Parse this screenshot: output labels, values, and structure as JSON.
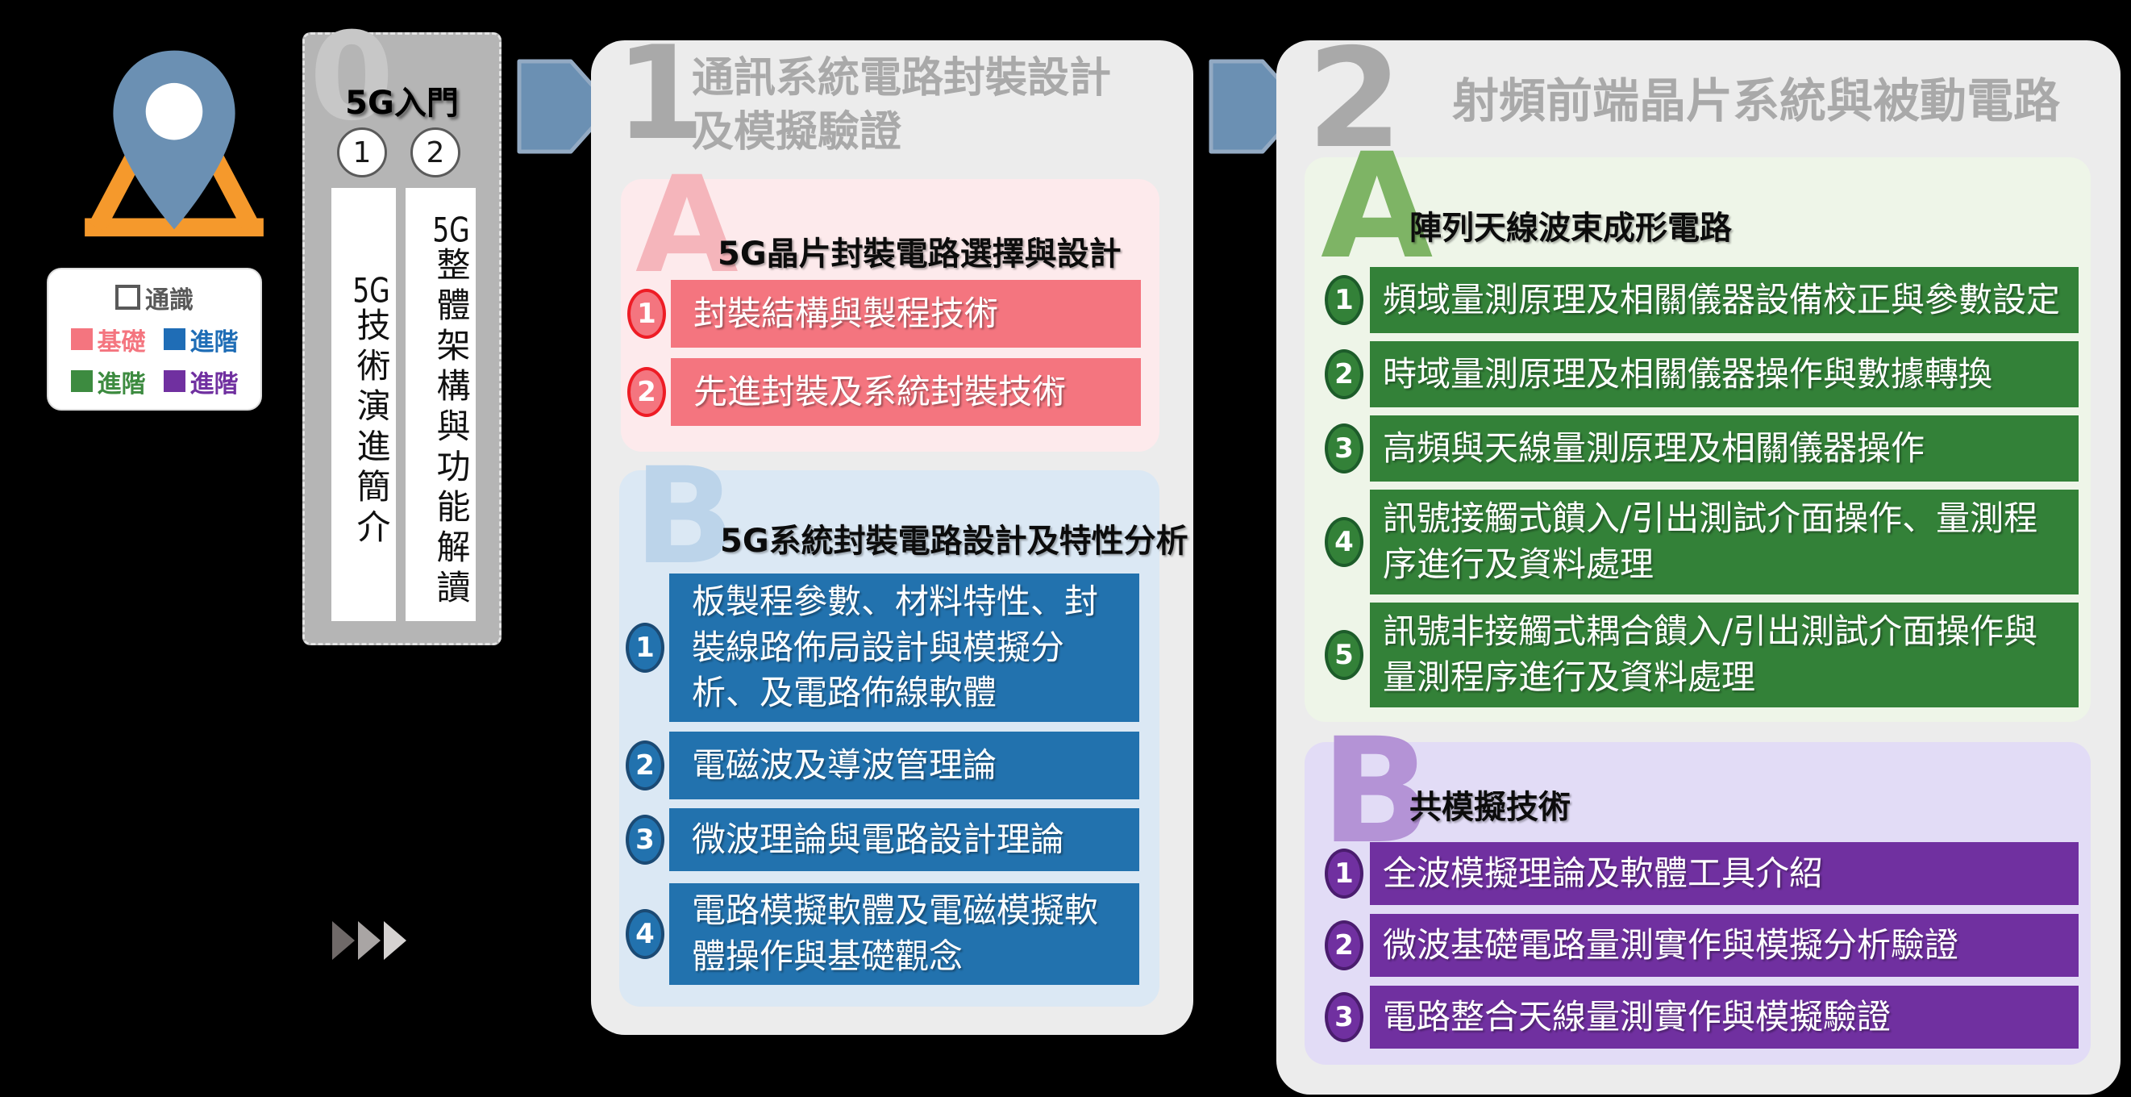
{
  "legend": {
    "general_label": "通識",
    "items": [
      {
        "label": "基礎",
        "color": "#f4757f"
      },
      {
        "label": "進階",
        "color": "#1f6db6"
      },
      {
        "label": "進階",
        "color": "#3d8b40"
      },
      {
        "label": "進階",
        "color": "#7030a0"
      }
    ]
  },
  "icons": {
    "pin": "location-pin",
    "arrow1": "right-arrow",
    "arrow2": "right-arrow",
    "triple": "triple-play-arrows"
  },
  "intro": {
    "number": "0",
    "title": "5G入門",
    "courses": [
      {
        "num": "1",
        "prefix": "5G",
        "title": "技術演進簡介"
      },
      {
        "num": "2",
        "prefix": "5G",
        "title": "整體架構與功能解讀"
      }
    ]
  },
  "module1": {
    "number": "1",
    "title": "通訊系統電路封裝設計及模擬驗證",
    "sections": [
      {
        "letter": "A",
        "title": "5G晶片封裝電路選擇與設計",
        "items": [
          {
            "num": "1",
            "text": "封裝結構與製程技術"
          },
          {
            "num": "2",
            "text": "先進封裝及系統封裝技術"
          }
        ]
      },
      {
        "letter": "B",
        "title": "5G系統封裝電路設計及特性分析",
        "items": [
          {
            "num": "1",
            "text": "板製程參數、材料特性、封裝線路佈局設計與模擬分析、及電路佈線軟體"
          },
          {
            "num": "2",
            "text": "電磁波及導波管理論"
          },
          {
            "num": "3",
            "text": "微波理論與電路設計理論"
          },
          {
            "num": "4",
            "text": "電路模擬軟體及電磁模擬軟體操作與基礎觀念"
          }
        ]
      }
    ]
  },
  "module2": {
    "number": "2",
    "title": "射頻前端晶片系統與被動電路",
    "sections": [
      {
        "letter": "A",
        "title": "陣列天線波束成形電路",
        "items": [
          {
            "num": "1",
            "text": "頻域量測原理及相關儀器設備校正與參數設定"
          },
          {
            "num": "2",
            "text": "時域量測原理及相關儀器操作與數據轉換"
          },
          {
            "num": "3",
            "text": "高頻與天線量測原理及相關儀器操作"
          },
          {
            "num": "4",
            "text": "訊號接觸式饋入/引出測試介面操作、量測程序進行及資料處理"
          },
          {
            "num": "5",
            "text": "訊號非接觸式耦合饋入/引出測試介面操作與量測程序進行及資料處理"
          }
        ]
      },
      {
        "letter": "B",
        "title": "共模擬技術",
        "items": [
          {
            "num": "1",
            "text": "全波模擬理論及軟體工具介紹"
          },
          {
            "num": "2",
            "text": "微波基礎電路量測實作與模擬分析驗證"
          },
          {
            "num": "3",
            "text": "電路整合天線量測實作與模擬驗證"
          }
        ]
      }
    ]
  },
  "colors": {
    "foundation_pink": "#f4757f",
    "advanced_blue": "#2272ae",
    "advanced_green": "#338138",
    "advanced_purple": "#7030a0",
    "arrow_blue": "#6b90b3",
    "pin_orange": "#f5992c",
    "intro_panel_gray": "#b5b5b5",
    "module_panel_gray": "#ececec"
  }
}
